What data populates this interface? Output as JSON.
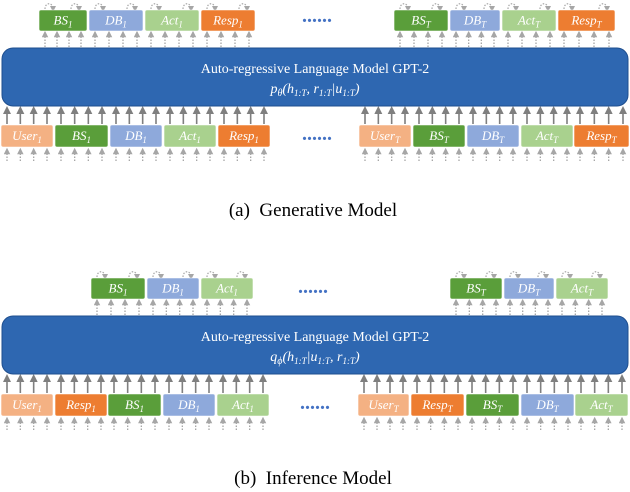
{
  "colors": {
    "bs": "#5a9e3a",
    "db": "#8ea9db",
    "act": "#a9d18e",
    "resp": "#ed7d31",
    "user": "#f4b183",
    "model": "#2e67b1",
    "model_border": "#1f4f8f",
    "solid_arrow": "#7f7f7f",
    "dotted_arrow": "#a6a6a6",
    "ellipsis": "#4472c4"
  },
  "ellipsis": "......",
  "generative": {
    "model_title": "Auto-regressive Language Model GPT-2",
    "model_formula": "pθ(h1:T, r1:T | u1:T)",
    "caption": "(a)  Generative Model",
    "top_tokens": [
      {
        "label": "BS1",
        "base": "BS",
        "sub": "1",
        "kind": "bs"
      },
      {
        "label": "DB1",
        "base": "DB",
        "sub": "1",
        "kind": "db"
      },
      {
        "label": "Act1",
        "base": "Act",
        "sub": "1",
        "kind": "act"
      },
      {
        "label": "Resp1",
        "base": "Resp",
        "sub": "1",
        "kind": "resp"
      },
      {
        "label": "BST",
        "base": "BS",
        "sub": "T",
        "kind": "bs"
      },
      {
        "label": "DBT",
        "base": "DB",
        "sub": "T",
        "kind": "db"
      },
      {
        "label": "ActT",
        "base": "Act",
        "sub": "T",
        "kind": "act"
      },
      {
        "label": "RespT",
        "base": "Resp",
        "sub": "T",
        "kind": "resp"
      }
    ],
    "bottom_tokens": [
      {
        "label": "User1",
        "base": "User",
        "sub": "1",
        "kind": "user"
      },
      {
        "label": "BS1",
        "base": "BS",
        "sub": "1",
        "kind": "bs"
      },
      {
        "label": "DB1",
        "base": "DB",
        "sub": "1",
        "kind": "db"
      },
      {
        "label": "Act1",
        "base": "Act",
        "sub": "1",
        "kind": "act"
      },
      {
        "label": "Resp1",
        "base": "Resp",
        "sub": "1",
        "kind": "resp"
      },
      {
        "label": "UserT",
        "base": "User",
        "sub": "T",
        "kind": "user"
      },
      {
        "label": "BST",
        "base": "BS",
        "sub": "T",
        "kind": "bs"
      },
      {
        "label": "DBT",
        "base": "DB",
        "sub": "T",
        "kind": "db"
      },
      {
        "label": "ActT",
        "base": "Act",
        "sub": "T",
        "kind": "act"
      },
      {
        "label": "RespT",
        "base": "Resp",
        "sub": "T",
        "kind": "resp"
      }
    ]
  },
  "inference": {
    "model_title": "Auto-regressive Language Model GPT-2",
    "model_formula": "qϕ(h1:T | u1:T, r1:T)",
    "caption": "(b)  Inference Model",
    "top_tokens": [
      {
        "label": "BS1",
        "base": "BS",
        "sub": "1",
        "kind": "bs"
      },
      {
        "label": "DB1",
        "base": "DB",
        "sub": "1",
        "kind": "db"
      },
      {
        "label": "Act1",
        "base": "Act",
        "sub": "1",
        "kind": "act"
      },
      {
        "label": "BST",
        "base": "BS",
        "sub": "T",
        "kind": "bs"
      },
      {
        "label": "DBT",
        "base": "DB",
        "sub": "T",
        "kind": "db"
      },
      {
        "label": "ActT",
        "base": "Act",
        "sub": "T",
        "kind": "act"
      }
    ],
    "bottom_tokens": [
      {
        "label": "User1",
        "base": "User",
        "sub": "1",
        "kind": "user"
      },
      {
        "label": "Resp1",
        "base": "Resp",
        "sub": "1",
        "kind": "resp"
      },
      {
        "label": "BS1",
        "base": "BS",
        "sub": "1",
        "kind": "bs"
      },
      {
        "label": "DB1",
        "base": "DB",
        "sub": "1",
        "kind": "db"
      },
      {
        "label": "Act1",
        "base": "Act",
        "sub": "1",
        "kind": "act"
      },
      {
        "label": "UserT",
        "base": "User",
        "sub": "T",
        "kind": "user"
      },
      {
        "label": "RespT",
        "base": "Resp",
        "sub": "T",
        "kind": "resp"
      },
      {
        "label": "BST",
        "base": "BS",
        "sub": "T",
        "kind": "bs"
      },
      {
        "label": "DBT",
        "base": "DB",
        "sub": "T",
        "kind": "db"
      },
      {
        "label": "ActT",
        "base": "Act",
        "sub": "T",
        "kind": "act"
      }
    ]
  }
}
